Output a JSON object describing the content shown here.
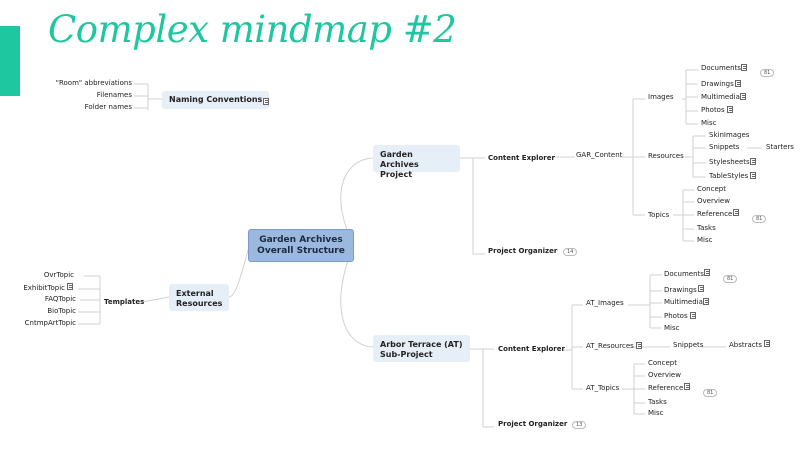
{
  "title": "Complex mindmap #2",
  "colors": {
    "accent": "#1fc7a0",
    "central": "#9bb8de",
    "topic_box": "#e6eef8",
    "link": "#d0d0d0"
  },
  "central": {
    "line1": "Garden Archives",
    "line2": "Overall Structure"
  },
  "naming": {
    "label": "Naming Conventions",
    "items": [
      "\"Room\" abbreviations",
      "Filenames",
      "Folder names"
    ]
  },
  "external": {
    "line1": "External",
    "line2": "Resources",
    "templates": "Templates",
    "items": [
      "OvrTopic",
      "ExhibitTopic",
      "FAQTopic",
      "BioTopic",
      "CntmpArtTopic"
    ]
  },
  "garden": {
    "line1": "Garden Archives",
    "line2": "Project",
    "content_explorer": "Content Explorer",
    "gar_content": "GAR_Content",
    "images": {
      "label": "Images",
      "items": [
        "Documents",
        "Drawings",
        "Multimedia",
        "Photos",
        "Misc"
      ],
      "badge": "81"
    },
    "resources": {
      "label": "Resources",
      "items": [
        "SkinImages",
        "Snippets",
        "Stylesheets",
        "TableStyles"
      ],
      "starters": "Starters"
    },
    "topics": {
      "label": "Topics",
      "items": [
        "Concept",
        "Overview",
        "Reference",
        "Tasks",
        "Misc"
      ],
      "badge": "81"
    },
    "project_organizer": "Project Organizer",
    "po_badge": "14"
  },
  "arbor": {
    "line1": "Arbor Terrace (AT)",
    "line2": "Sub-Project",
    "content_explorer": "Content Explorer",
    "images": {
      "label": "AT_Images",
      "items": [
        "Documents",
        "Drawings",
        "Multimedia",
        "Photos",
        "Misc"
      ],
      "badge": "81"
    },
    "resources": {
      "label": "AT_Resources",
      "snippets": "Snippets",
      "abstracts": "Abstracts"
    },
    "topics": {
      "label": "AT_Topics",
      "items": [
        "Concept",
        "Overview",
        "Reference",
        "Tasks",
        "Misc"
      ],
      "badge": "81"
    },
    "project_organizer": "Project Organizer",
    "po_badge": "13"
  }
}
